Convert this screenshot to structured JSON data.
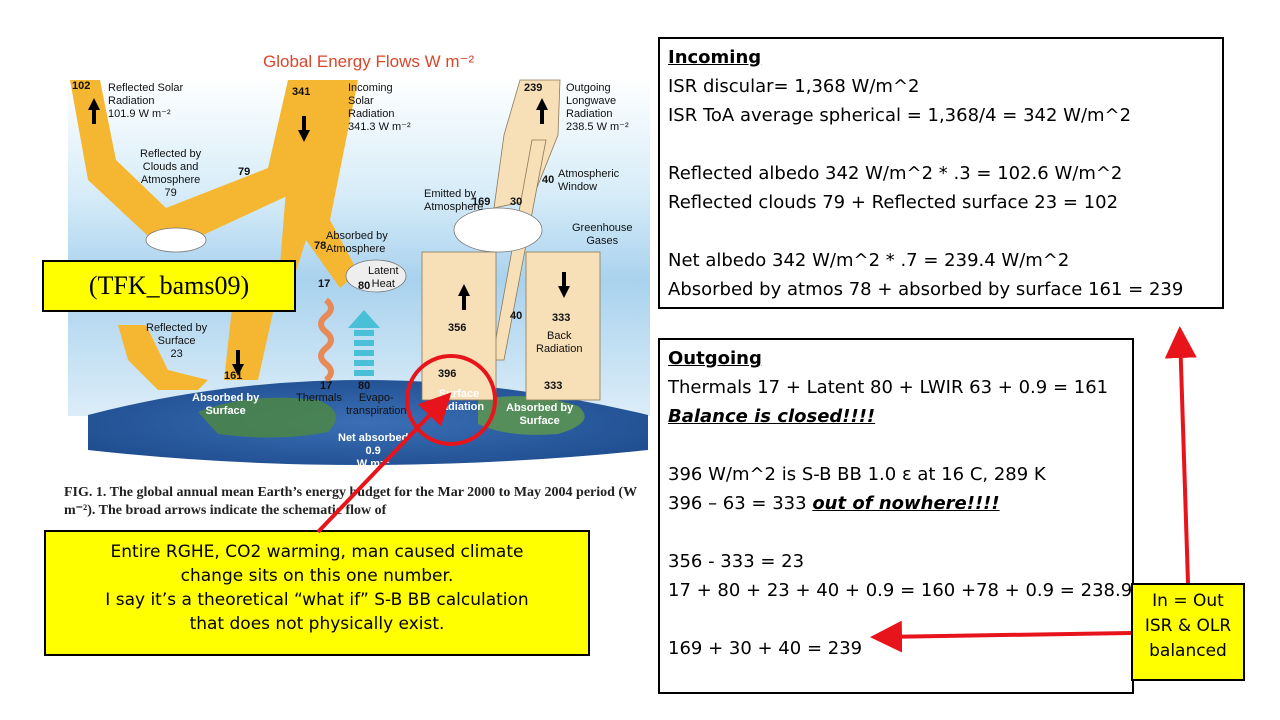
{
  "figure": {
    "title": "Global Energy Flows W m⁻²",
    "labels": {
      "reflected_solar": "Reflected Solar\nRadiation\n101.9 W m⁻²",
      "incoming_solar": "Incoming\nSolar\nRadiation\n341.3 W m⁻²",
      "outgoing_longwave": "Outgoing\nLongwave\nRadiation\n238.5 W m⁻²",
      "reflected_clouds": "Reflected by\nClouds and\nAtmosphere\n79",
      "emitted_atmos": "Emitted by\nAtmosphere",
      "atmos_window": "Atmospheric\nWindow",
      "greenhouse": "Greenhouse\nGases",
      "absorbed_atmos": "Absorbed by\nAtmosphere",
      "latent_heat": "Latent\nHeat",
      "reflected_surface": "Reflected by\nSurface\n23",
      "back_radiation": "Back\nRadiation",
      "absorbed_surface_left": "Absorbed by\nSurface",
      "thermals": "Thermals",
      "evapo": "Evapo-\ntranspiration",
      "surface_radiation": "Surface\nRadiation",
      "absorbed_surface_right": "Absorbed by\nSurface",
      "net_absorbed": "Net absorbed\n0.9\nW m⁻²"
    },
    "numbers": {
      "n102": "102",
      "n341": "341",
      "n239": "239",
      "n79": "79",
      "n40": "40",
      "n169": "169",
      "n30": "30",
      "n78": "78",
      "n17": "17",
      "n80": "80",
      "n356": "356",
      "n40b": "40",
      "n333": "333",
      "n161": "161",
      "n17b": "17",
      "n80b": "80",
      "n396": "396",
      "n333b": "333"
    },
    "caption": "FIG. 1. The global annual mean Earth’s energy budget for the Mar 2000 to May 2004 period (W m⁻²). The broad arrows indicate the schematic flow of"
  },
  "callouts": {
    "tfk": "(TFK_bams09)",
    "rghe": [
      "Entire RGHE, CO2 warming, man caused climate",
      "change sits on this one number.",
      "I say it’s a theoretical “what if”  S-B BB calculation",
      "that does not physically exist."
    ],
    "inout": [
      "In = Out",
      "ISR & OLR",
      "balanced"
    ]
  },
  "incoming": {
    "title": "Incoming",
    "lines": [
      "ISR discular= 1,368 W/m^2",
      "ISR ToA average spherical = 1,368/4 = 342 W/m^2",
      "",
      "Reflected albedo 342 W/m^2 * .3 = 102.6 W/m^2",
      "Reflected clouds 79 + Reflected surface 23 = 102",
      "",
      "Net albedo 342 W/m^2 * .7 = 239.4 W/m^2",
      "Absorbed by atmos 78 + absorbed by surface 161 = 239"
    ]
  },
  "outgoing": {
    "title": "Outgoing",
    "line1": "Thermals 17 + Latent 80 + LWIR 63 + 0.9 = 161",
    "balance": "Balance is closed!!!!",
    "line3": "396 W/m^2 is S-B BB 1.0 ε at 16 C, 289 K",
    "line4_prefix": "396 – 63 = 333 ",
    "line4_emph": "out of nowhere!!!!",
    "line5": "356 - 333 = 23",
    "line6": "17 + 80 + 23 + 40 + 0.9 = 160 +78 + 0.9 = 238.9",
    "line7": "169 + 30 + 40 = 239"
  },
  "colors": {
    "callout_yellow": "#ffff00",
    "arrow_red": "#e8141b",
    "solar_flow": "#f5b731",
    "longwave_flow": "#f7dfb8",
    "title_red": "#d9472b"
  }
}
